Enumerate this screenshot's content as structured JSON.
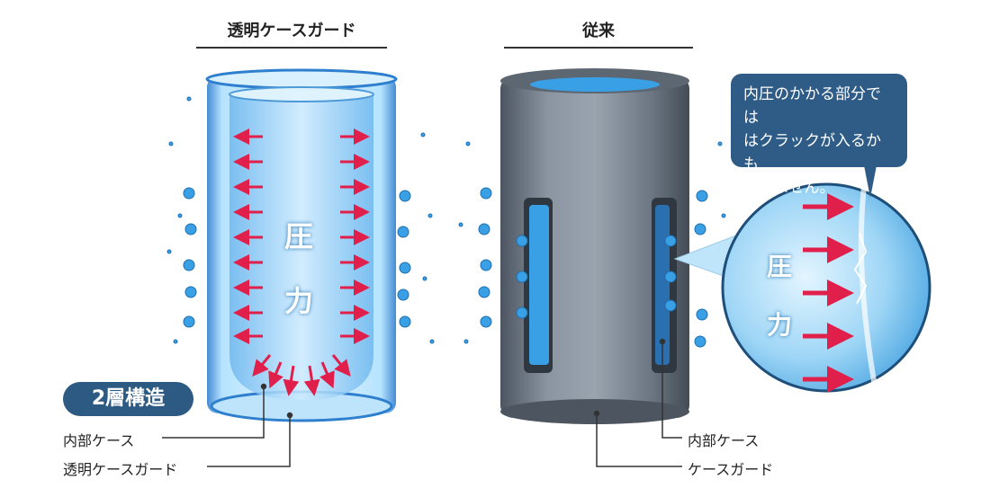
{
  "headers": {
    "left": "透明ケースガード",
    "right": "従来"
  },
  "badge": "2層構造",
  "pressure_left": [
    "圧",
    "力"
  ],
  "pressure_zoom": [
    "圧",
    "力"
  ],
  "callout": [
    "内圧のかかる部分では",
    "はクラックが入るかも",
    "しれません。"
  ],
  "labels_left": {
    "inner_case": "内部ケース",
    "clear_guard": "透明ケースガード"
  },
  "labels_right": {
    "inner_case": "内部ケース",
    "case_guard": "ケースガード"
  },
  "colors": {
    "arrow": "#e0204a",
    "water_blue": "#3aa0e6",
    "metal": "#6b7683",
    "callout_bg": "#2f5c86",
    "badge_bg": "#2d5a82"
  }
}
